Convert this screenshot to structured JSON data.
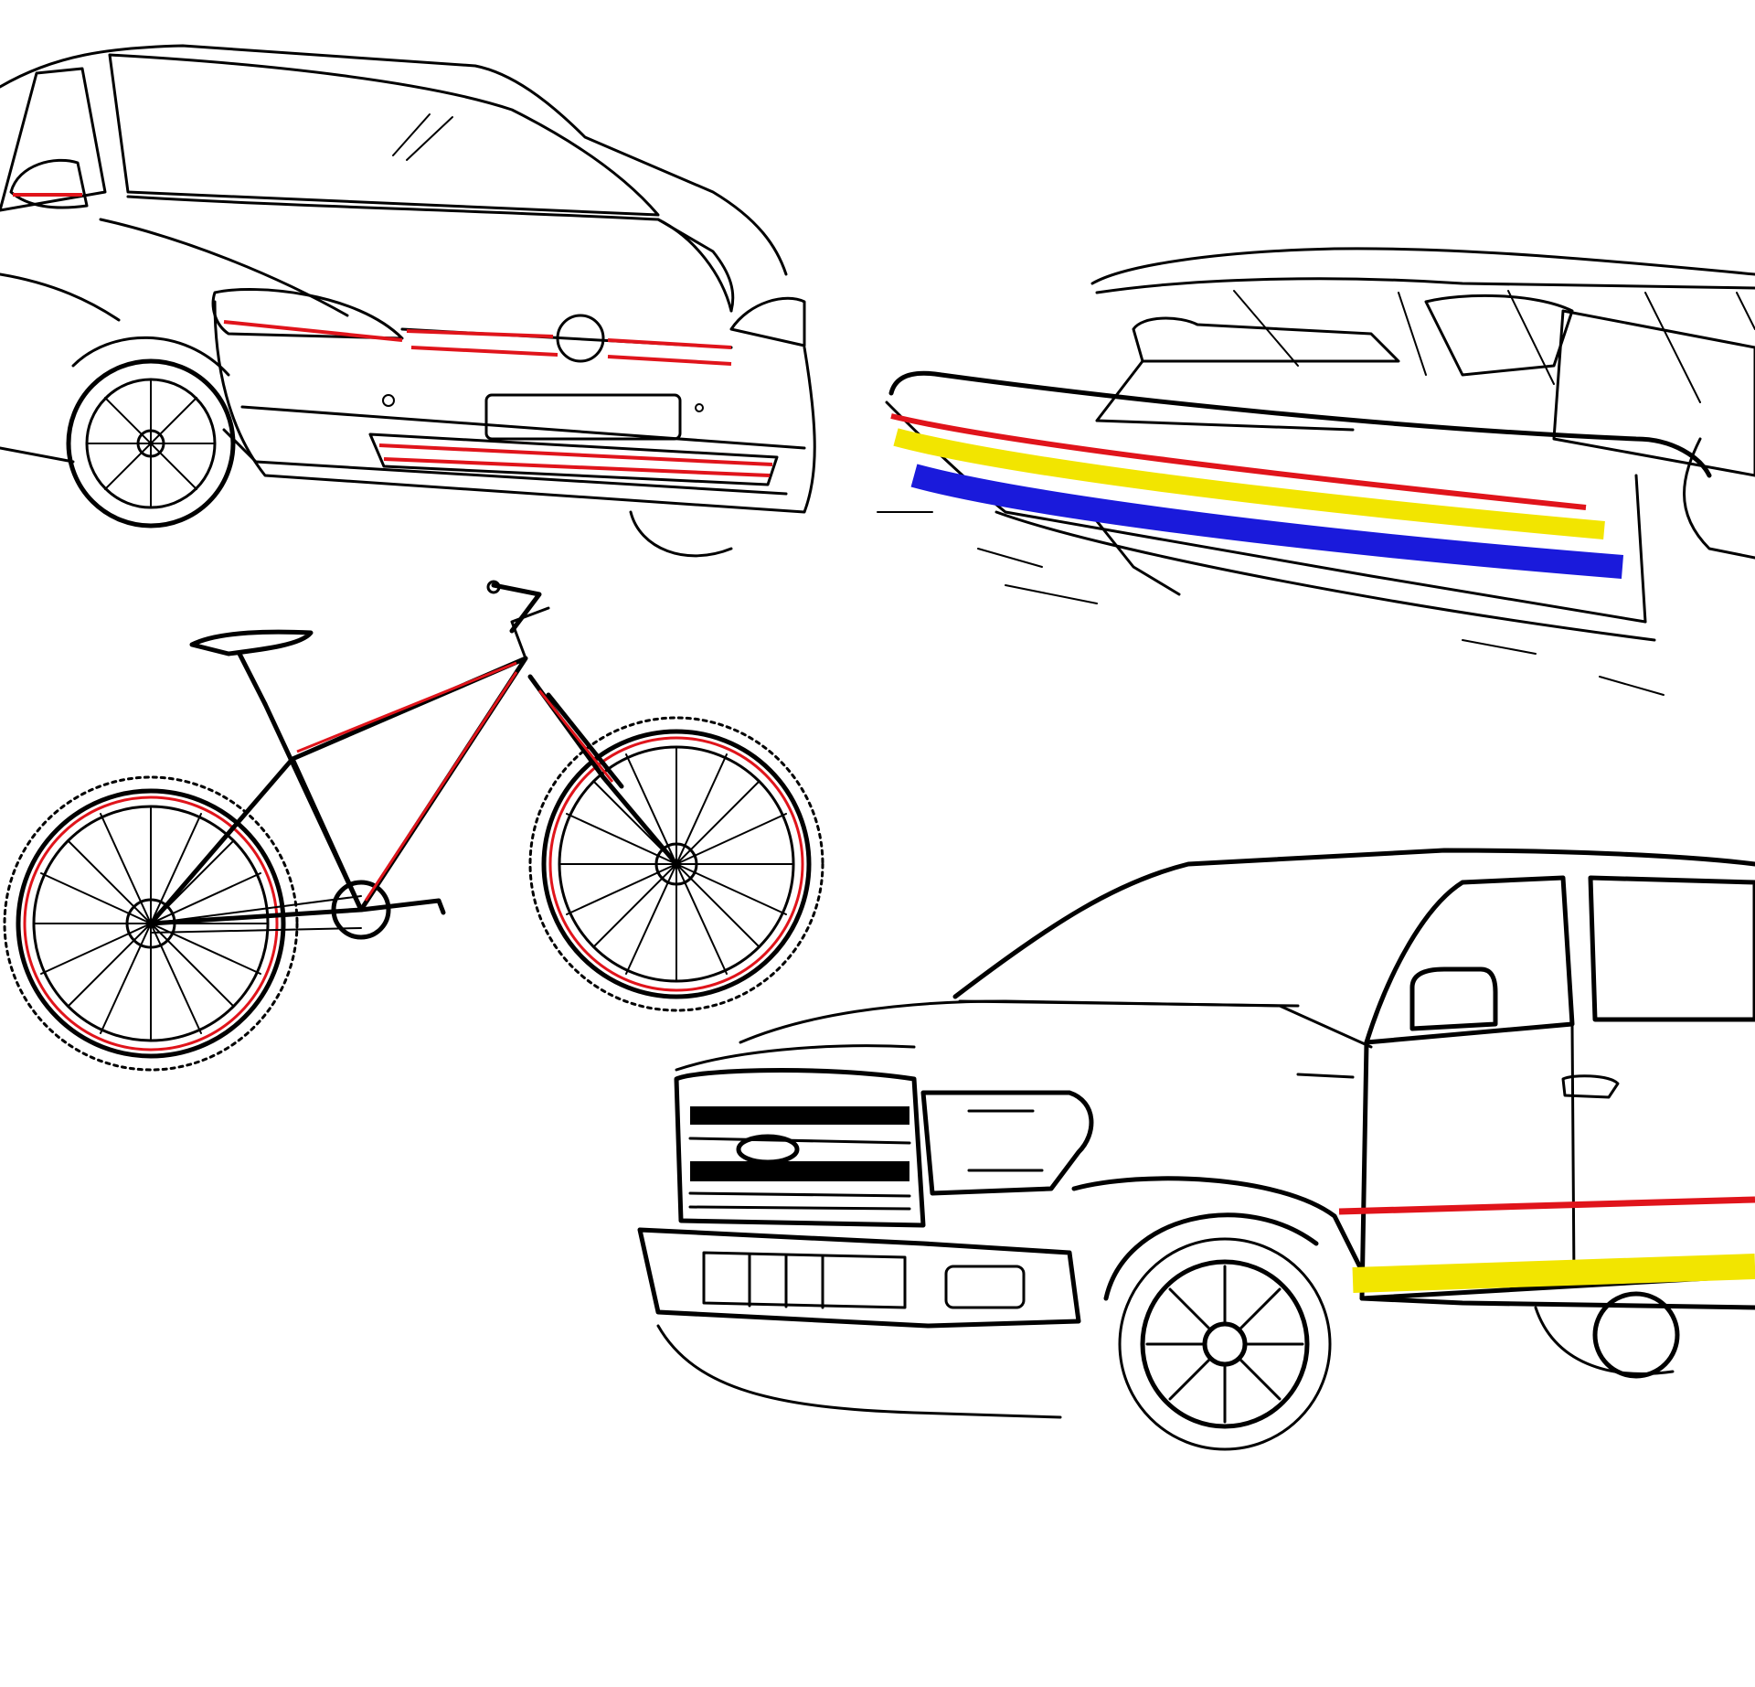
{
  "scene": {
    "background": "#ffffff",
    "line_color": "#000000",
    "illustrations": [
      {
        "name": "hatchback-car",
        "stripe_colors": [
          "#e0141b"
        ]
      },
      {
        "name": "speed-boat",
        "stripe_colors": [
          "#e0141b",
          "#f2e500",
          "#1a1adb"
        ]
      },
      {
        "name": "mountain-bike",
        "stripe_colors": [
          "#e0141b"
        ]
      },
      {
        "name": "pickup-truck",
        "stripe_colors": [
          "#e0141b",
          "#f2e500"
        ]
      }
    ]
  }
}
